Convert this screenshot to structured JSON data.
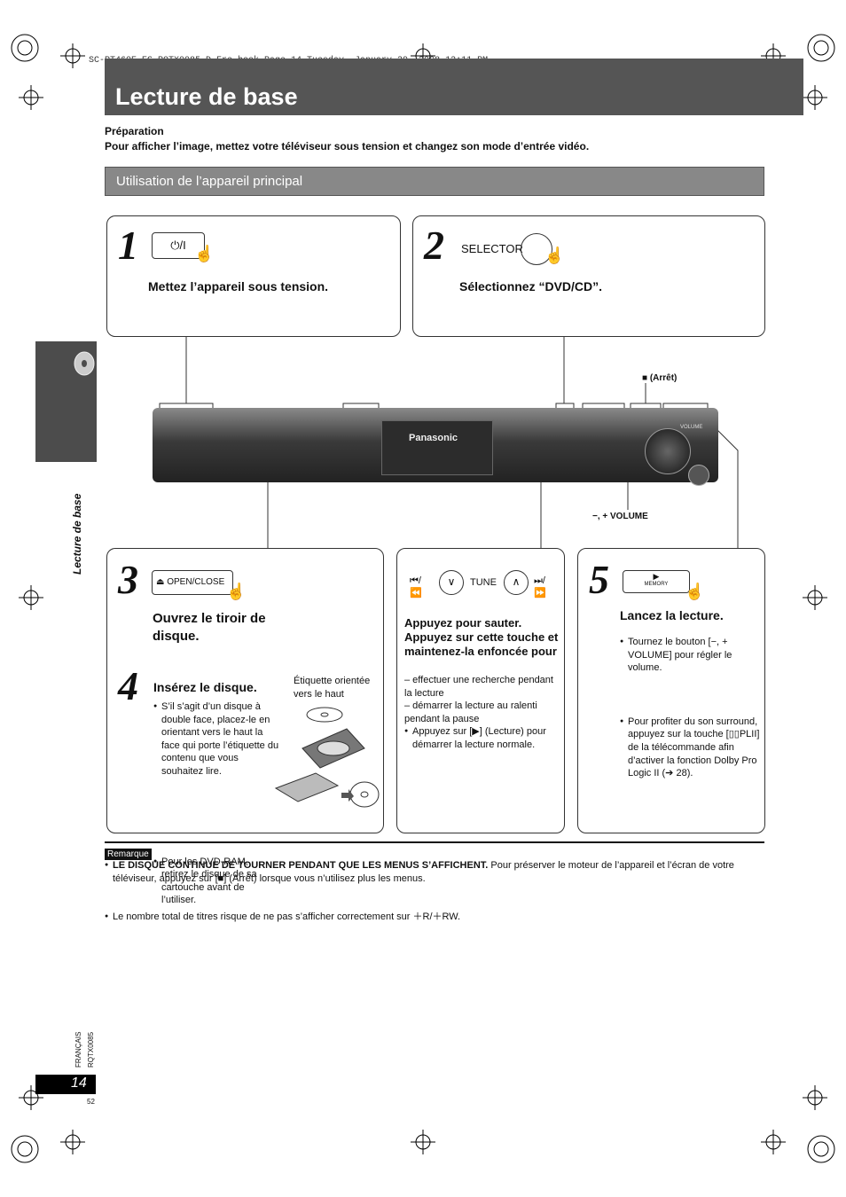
{
  "header": {
    "file_line": "SC-PT460E-EG-RQTX0085-D_Fre.book  Page 14  Tuesday, January 29, 2008  12:11 PM"
  },
  "title": "Lecture de base",
  "preparation": {
    "label": "Préparation",
    "text": "Pour afficher l’image, mettez votre téléviseur sous tension et changez son mode d’entrée vidéo."
  },
  "section_title": "Utilisation de l’appareil principal",
  "side_label": "Lecture de base",
  "steps": {
    "s1": {
      "num": "1",
      "button": "⏻/I",
      "text": "Mettez l’appareil sous tension."
    },
    "s2": {
      "num": "2",
      "button": "SELECTOR",
      "text": "Sélectionnez “DVD/CD”."
    },
    "s3": {
      "num": "3",
      "button": "OPEN/CLOSE",
      "text": "Ouvrez le tiroir de disque."
    },
    "s4": {
      "num": "4",
      "text": "Insérez le disque.",
      "label_note": "Étiquette orientée vers le haut",
      "bullet1": "S’il s’agit d’un disque à double face, placez-le en orientant vers le haut la face qui porte l’étiquette du contenu que vous souhaitez lire.",
      "bullet2": "Pour les DVD-RAM, retirez le disque de sa cartouche avant de l’utiliser."
    },
    "skip": {
      "tune": "TUNE",
      "heading": "Appuyez pour sauter. Appuyez sur cette touche et maintenez-la enfoncée pour",
      "dash1": "– effectuer une recherche pendant la lecture",
      "dash2": "– démarrer la lecture au ralenti pendant la pause",
      "bullet": "Appuyez sur [▶] (Lecture) pour démarrer la lecture normale."
    },
    "s5": {
      "num": "5",
      "button": "MEMORY",
      "text": "Lancez la lecture.",
      "bullet1": "Tournez le bouton [−, + VOLUME] pour régler le volume.",
      "bullet2": "Pour profiter du son surround, appuyez sur la touche [▯▯PLII] de la télécommande afin d’activer la fonction Dolby Pro Logic II (➔ 28)."
    }
  },
  "device": {
    "brand": "Panasonic",
    "stop_label": "■ (Arrêt)",
    "volume_label": "−, +  VOLUME",
    "volume_mark": "VOLUME"
  },
  "remarque": {
    "label": "Remarque",
    "bold": "LE DISQUE CONTINUE DE TOURNER PENDANT QUE LES MENUS S’AFFICHENT.",
    "rest": " Pour préserver le moteur de l’appareil et l’écran de votre téléviseur, appuyez sur [■] (Arrêt) lorsque vous n’utilisez plus les menus.",
    "note2": "Le nombre total de titres risque de ne pas s’afficher correctement sur ＋R/＋RW."
  },
  "footer": {
    "lang": "FRANÇAIS",
    "code": "RQTX0085",
    "page": "14",
    "sub": "52"
  }
}
